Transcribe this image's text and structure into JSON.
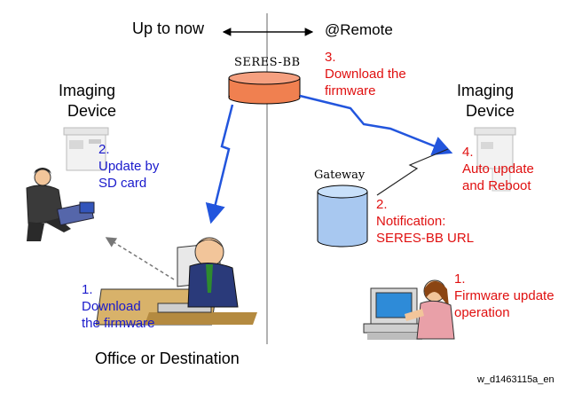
{
  "header": {
    "up_to_now": "Up to now",
    "at_remote": "@Remote"
  },
  "labels": {
    "seres_bb": "SERES-BB",
    "gateway": "Gateway",
    "imaging_device_left_1": "Imaging",
    "imaging_device_left_2": "Device",
    "imaging_device_right_1": "Imaging",
    "imaging_device_right_2": "Device",
    "office": "Office or Destination",
    "caption": "w_d1463115a_en"
  },
  "steps_left": {
    "step1_num": "1.",
    "step1_l1": "Download",
    "step1_l2": "the firmware",
    "step2_num": "2.",
    "step2_l1": "Update by",
    "step2_l2": "SD card"
  },
  "steps_right": {
    "step1_num": "1.",
    "step1_l1": "Firmware update",
    "step1_l2": "operation",
    "step2_num": "2.",
    "step2_l1": "Notification:",
    "step2_l2": "SERES-BB URL",
    "step3_num": "3.",
    "step3_l1": "Download the",
    "step3_l2": "firmware",
    "step4_num": "4.",
    "step4_l1": "Auto update",
    "step4_l2": "and Reboot"
  },
  "colors": {
    "blue_text": "#1a1acc",
    "red_text": "#e01010",
    "server_orange": "#f08050",
    "gateway_blue": "#a8c8f0",
    "arrow_blue": "#2255dd"
  }
}
